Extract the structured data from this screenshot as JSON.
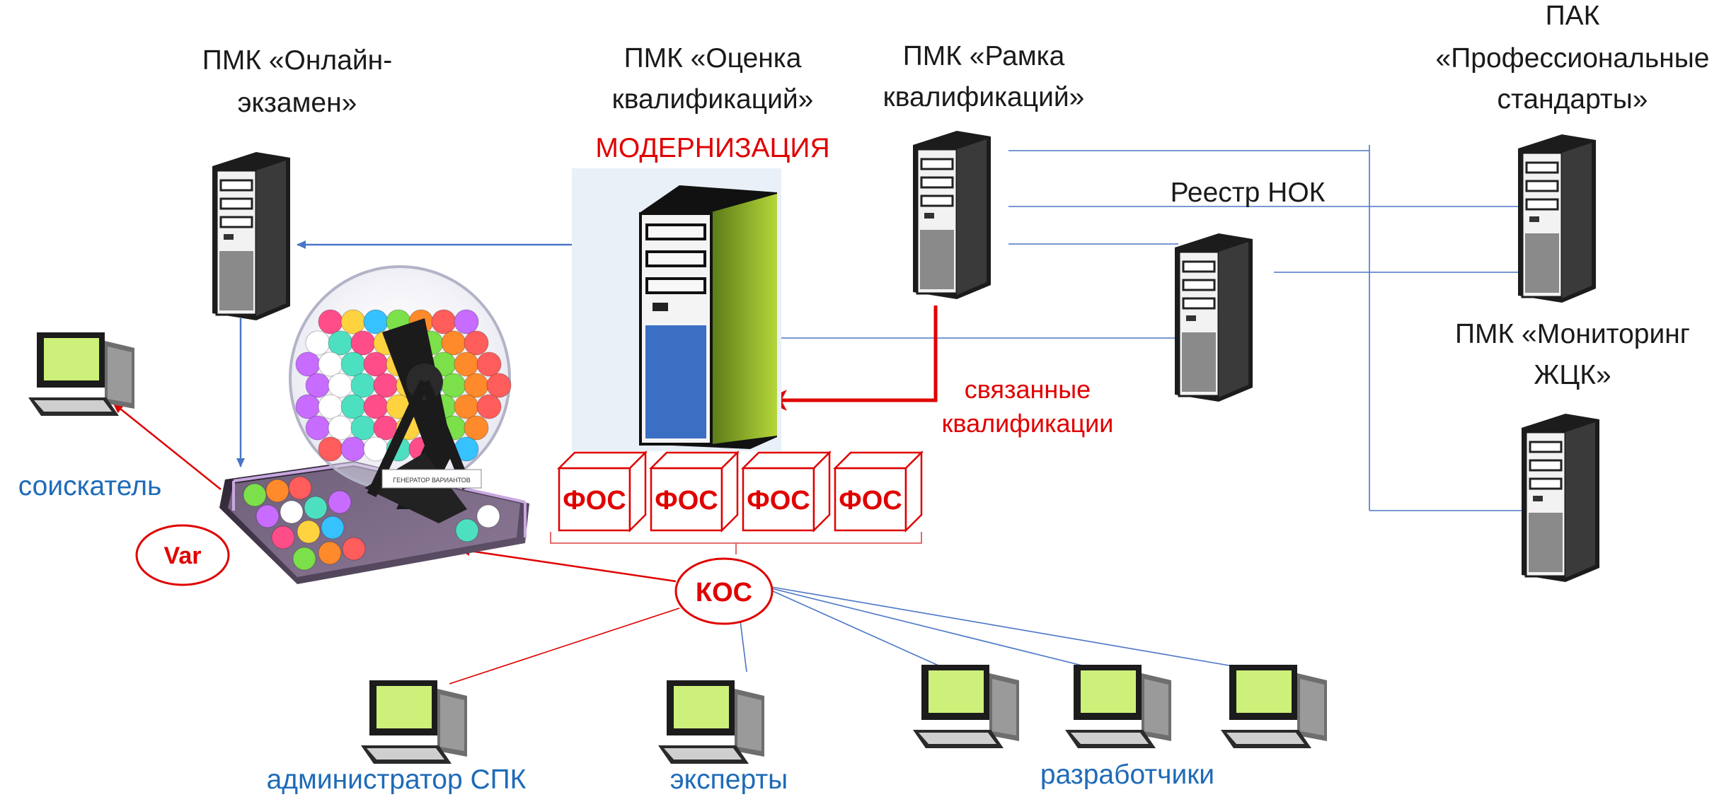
{
  "colors": {
    "label_black": "#1a1a1a",
    "accent_red": "#e00000",
    "role_blue": "#1f6bb8",
    "link_blue": "#4a76c6",
    "screen_green": "#cdf07a",
    "case_dark": "#1c1c1c",
    "case_gray": "#8a8a8a"
  },
  "nodes": {
    "online_exam": {
      "line1": "ПМК «Онлайн-",
      "line2": "экзамен»"
    },
    "assessment": {
      "line1": "ПМК «Оценка",
      "line2": "квалификаций»",
      "status": "МОДЕРНИЗАЦИЯ"
    },
    "framework": {
      "line1": "ПМК «Рамка",
      "line2": "квалификаций»"
    },
    "prof_standards": {
      "line1": "ПАК",
      "line2": "«Профессиональные",
      "line3": "стандарты»"
    },
    "monitoring": {
      "line1": "ПМК «Мониторинг",
      "line2": "ЖЦК»"
    },
    "registry": {
      "label": "Реестр НОК"
    }
  },
  "lottery": {
    "plate": "ГЕНЕРАТОР ВАРИАНТОВ"
  },
  "links": {
    "related": {
      "line1": "связанные",
      "line2": "квалификации"
    }
  },
  "fos_blocks": [
    "ФОС",
    "ФОС",
    "ФОС",
    "ФОС"
  ],
  "kos": {
    "label": "КОС"
  },
  "var": {
    "label": "Var"
  },
  "roles": {
    "applicant": "соискатель",
    "admin": "администратор СПК",
    "experts": "эксперты",
    "developers": "разработчики"
  }
}
